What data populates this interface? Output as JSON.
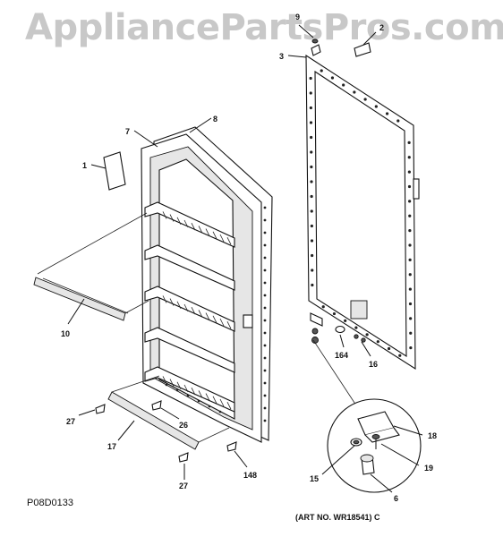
{
  "watermark": "AppliancePartsPros.com",
  "diagram_code": "P08D0133",
  "art_number": "(ART NO. WR18541) C",
  "callouts": [
    "9",
    "2",
    "3",
    "7",
    "8",
    "1",
    "10",
    "164",
    "16",
    "27",
    "26",
    "17",
    "148",
    "27",
    "18",
    "15",
    "19",
    "6"
  ]
}
